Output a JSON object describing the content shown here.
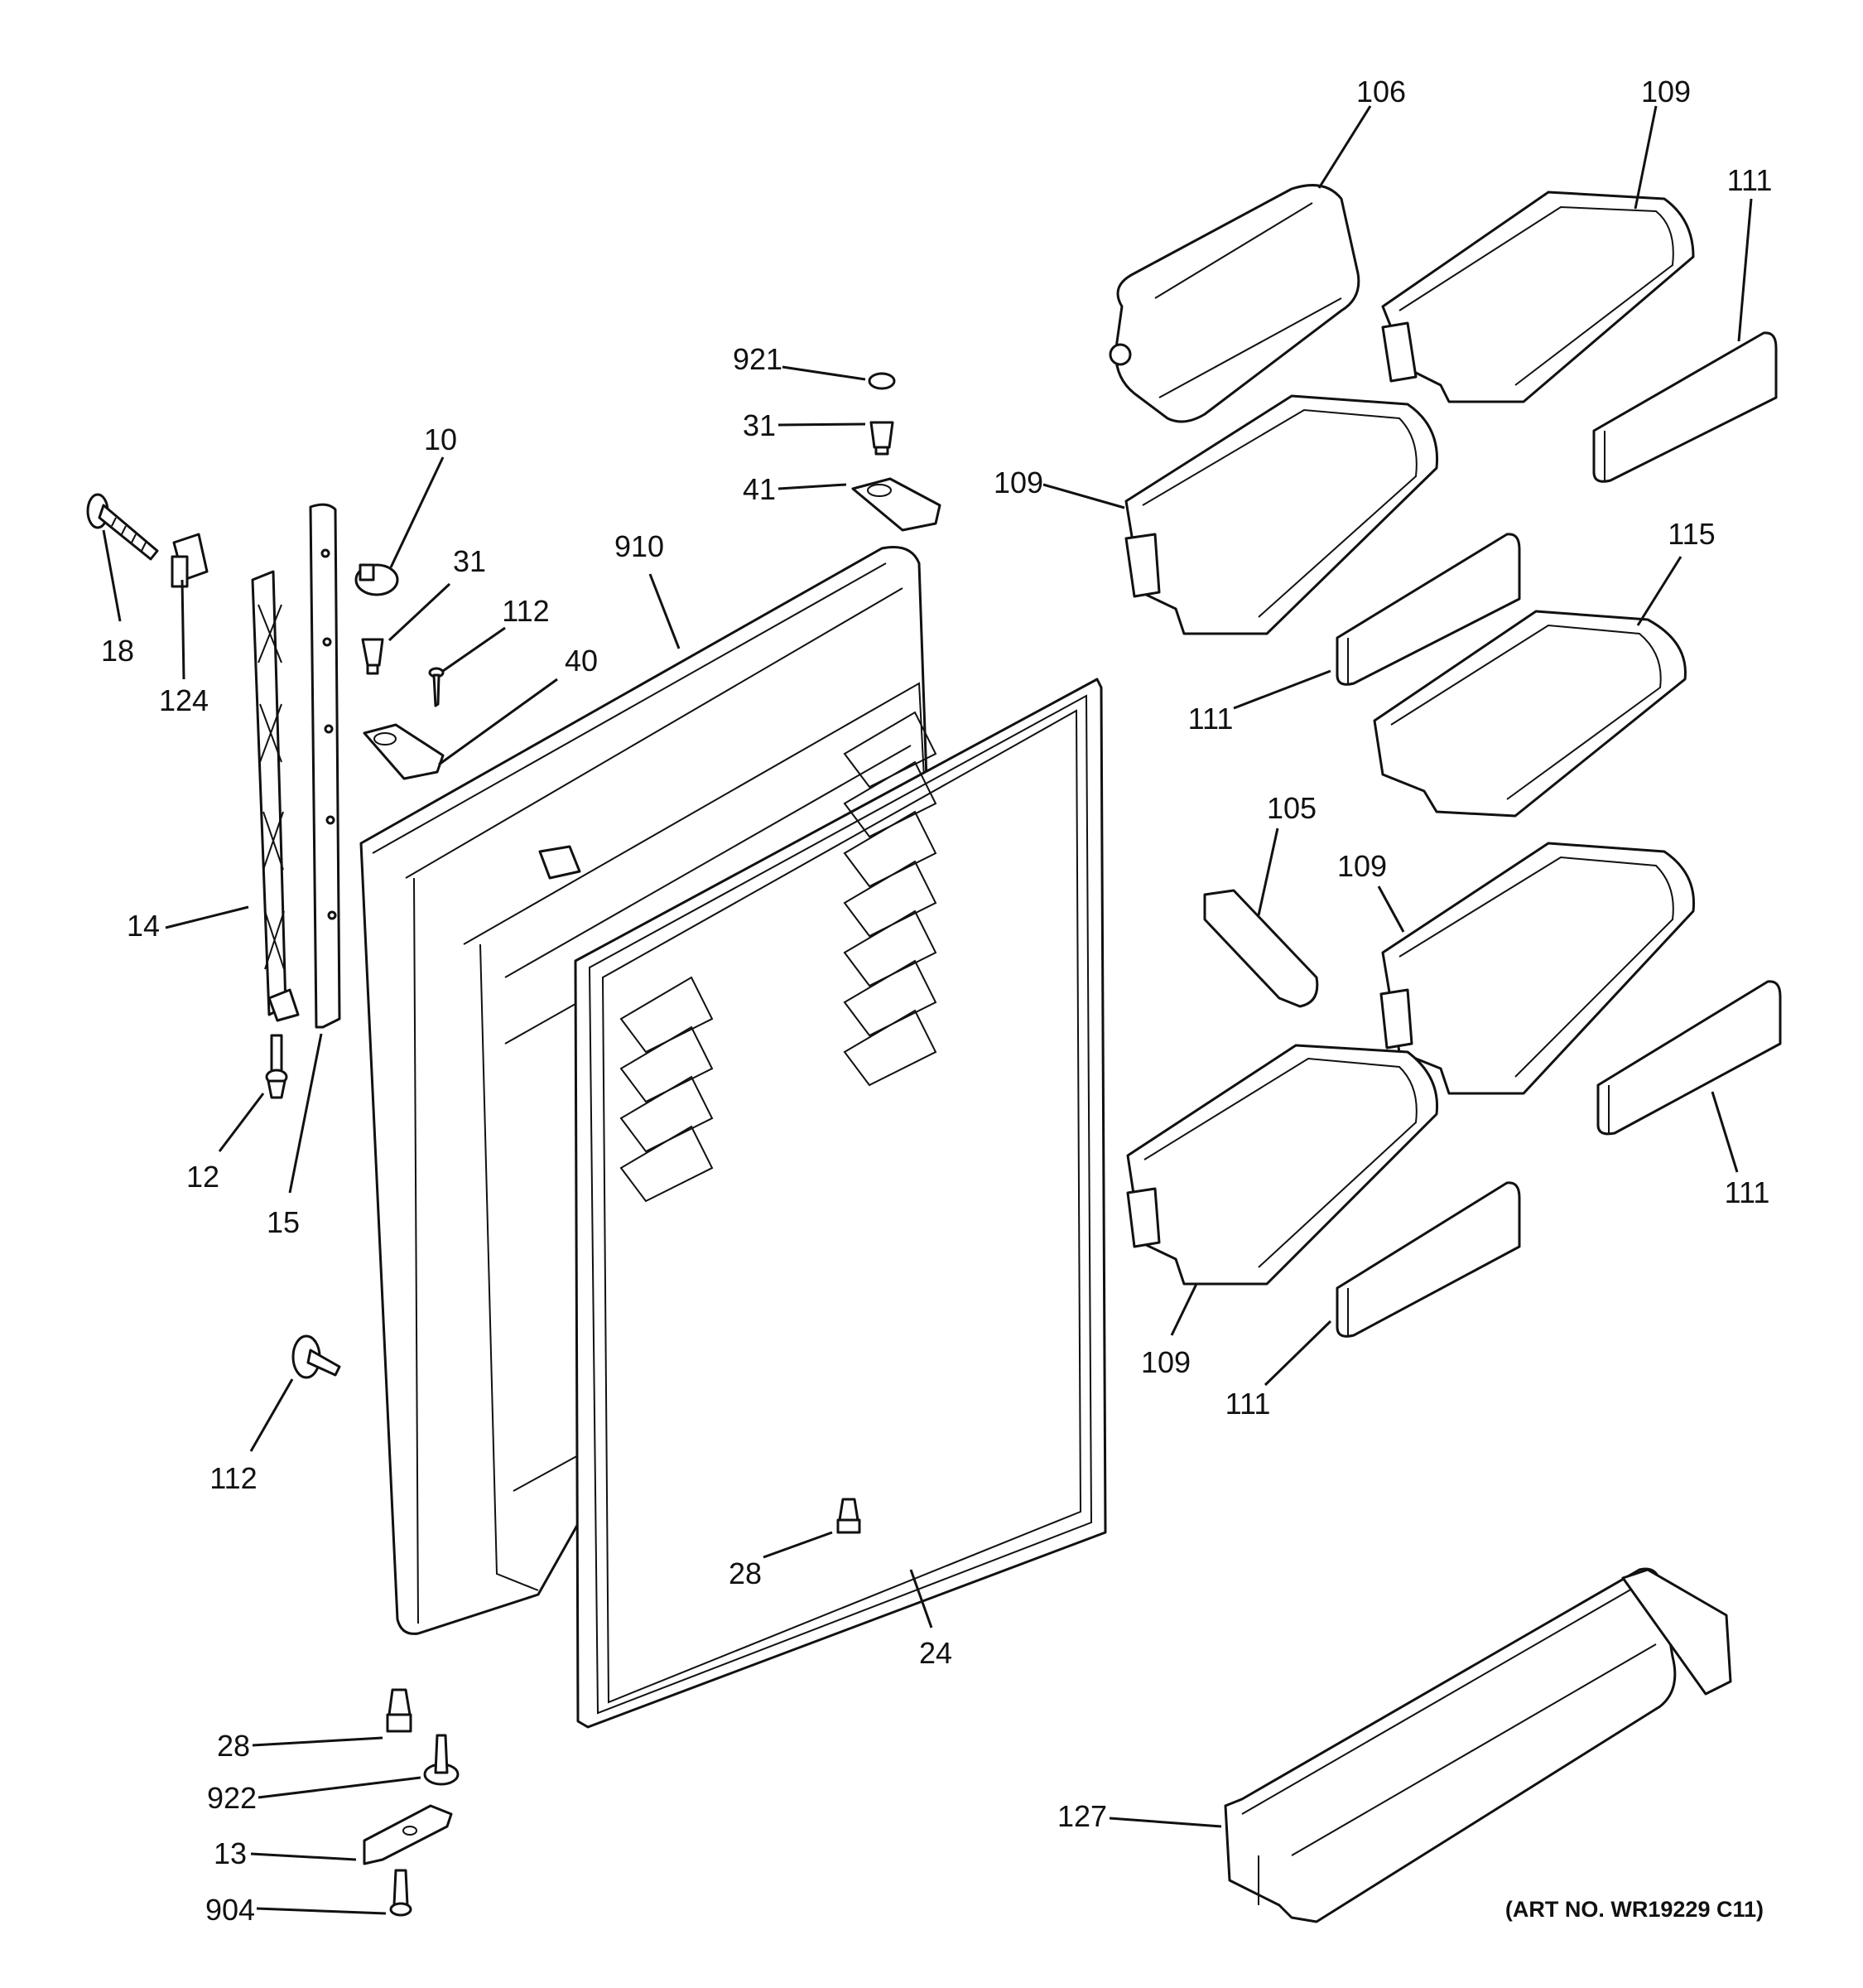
{
  "diagram": {
    "art_number": "(ART NO. WR19229 C11)",
    "callouts": {
      "c106": "106",
      "c109_top": "109",
      "c111_top": "111",
      "c921": "921",
      "c31_top": "31",
      "c41": "41",
      "c109_mid": "109",
      "c10": "10",
      "c31_left": "31",
      "c910": "910",
      "c112_top": "112",
      "c40": "40",
      "c115": "115",
      "c111_mid": "111",
      "c18": "18",
      "c124": "124",
      "c14": "14",
      "c12": "12",
      "c15": "15",
      "c105": "105",
      "c109_right": "109",
      "c111_right": "111",
      "c109_low": "109",
      "c111_low": "111",
      "c112_low": "112",
      "c28_door": "28",
      "c24": "24",
      "c28_bottom": "28",
      "c922": "922",
      "c13": "13",
      "c904": "904",
      "c127": "127"
    }
  }
}
